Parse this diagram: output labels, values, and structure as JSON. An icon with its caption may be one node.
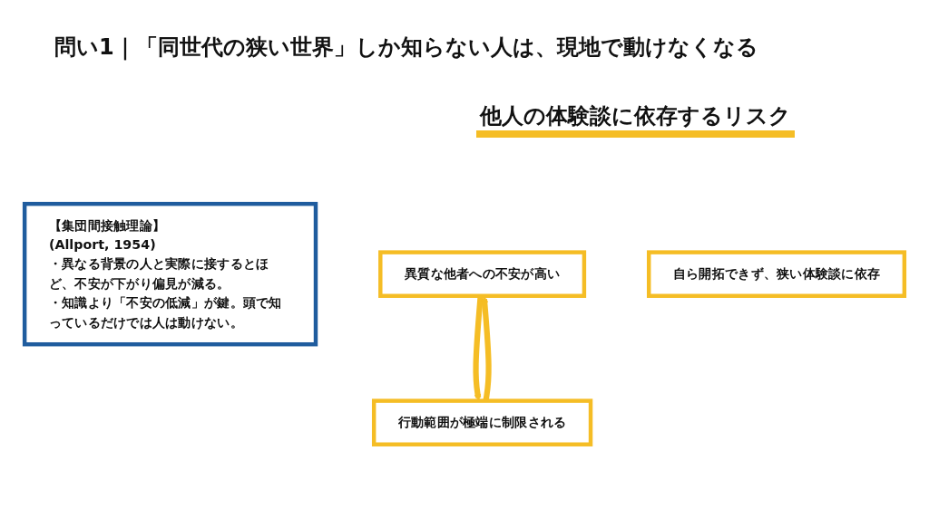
{
  "diagram": {
    "title": "問い1｜「同世代の狭い世界」しか知らない人は、現地で動けなくなる",
    "nodes": [
      {
        "text": [
          "【集団間接触理論】",
          "(Allport, 1954)",
          "・異なる背景の人と実際に接するとほど、不安が下がり偏見が減る。",
          "・知識より「不安の低減」が鍵。頭で知っているだけでは人は動けない。"
        ]
      },
      {
        "text": [
          "異質な他者への不安が高い"
        ]
      },
      {
        "text": [
          "自ら開拓できず、狭い体験談に依存"
        ]
      },
      {
        "text": [
          "行動範囲が極端に制限される"
        ]
      }
    ],
    "edges": [
      {
        "from": 1,
        "to": 3,
        "arrow": "to"
      },
      {
        "from": 3,
        "to": 1,
        "arrow": "to"
      }
    ],
    "labels": [
      "他人の体験談に依存するリスク"
    ]
  }
}
